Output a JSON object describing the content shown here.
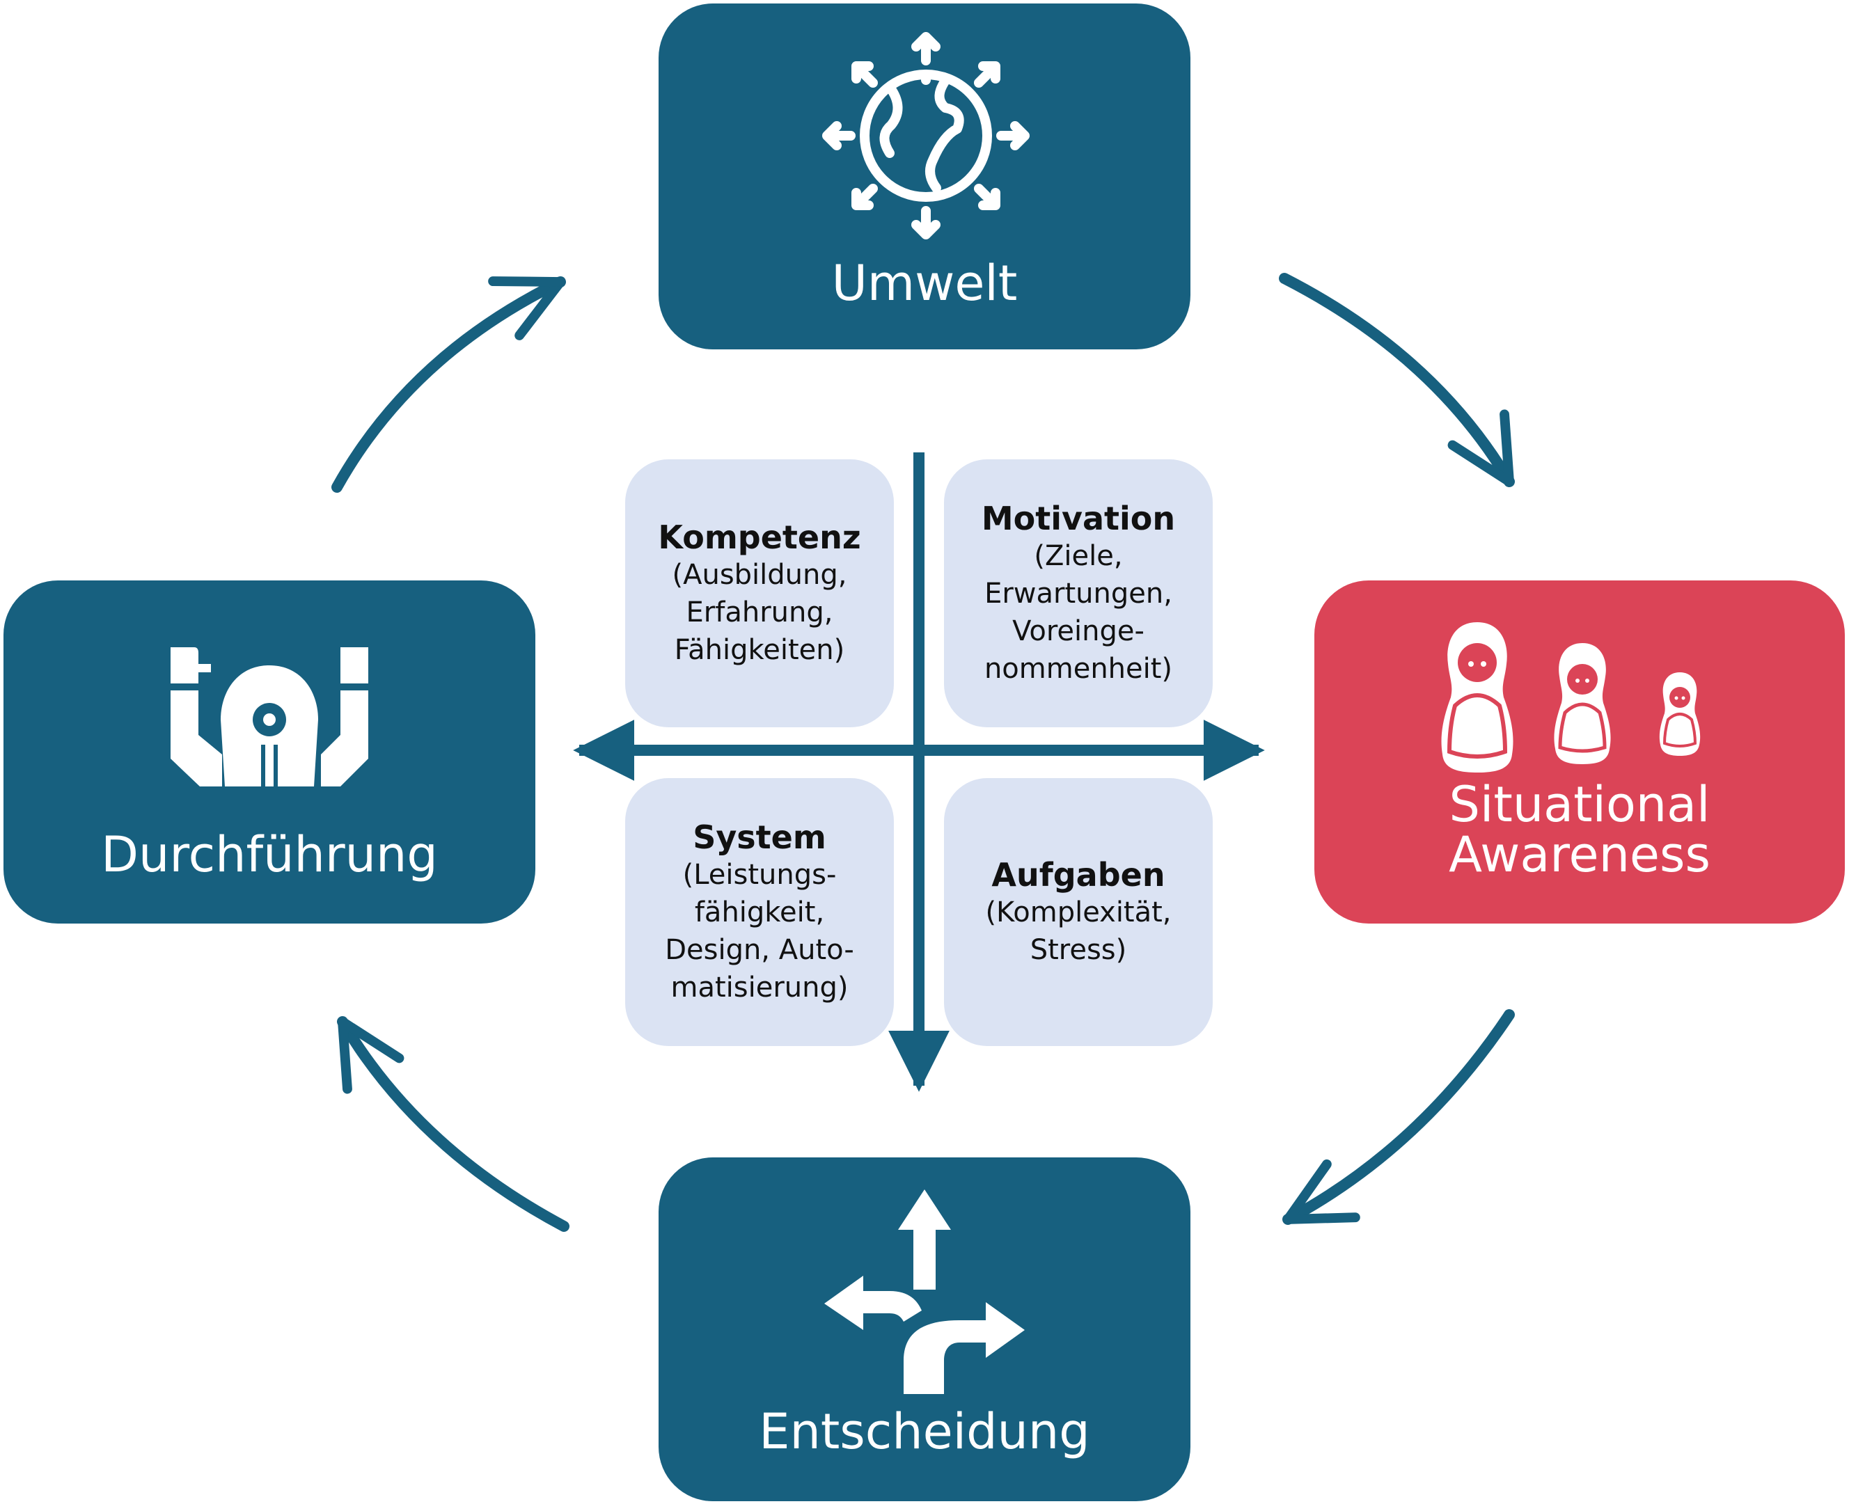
{
  "colors": {
    "primary": "#17607f",
    "accent": "#db4457",
    "quadrant_fill": "#dbe3f3",
    "text_dark": "#111111"
  },
  "boxes": {
    "umwelt": {
      "label": "Umwelt",
      "icon": "globe-arrows-icon"
    },
    "situational_awareness": {
      "label_line1": "Situational",
      "label_line2": "Awareness",
      "icon": "nesting-dolls-icon"
    },
    "entscheidung": {
      "label": "Entscheidung",
      "icon": "split-arrows-icon"
    },
    "durchfuehrung": {
      "label": "Durchführung",
      "icon": "robot-arm-icon"
    }
  },
  "quadrants": {
    "kompetenz": {
      "title": "Kompetenz",
      "lines": [
        "(Ausbildung,",
        "Erfahrung,",
        "Fähigkeiten)"
      ]
    },
    "motivation": {
      "title": "Motivation",
      "lines": [
        "(Ziele,",
        "Erwartungen,",
        "Voreinge-",
        "nommenheit)"
      ]
    },
    "system": {
      "title": "System",
      "lines": [
        "(Leistungs-",
        "fähigkeit,",
        "Design, Auto-",
        "matisierung)"
      ]
    },
    "aufgaben": {
      "title": "Aufgaben",
      "lines": [
        "(Komplexität,",
        "Stress)"
      ]
    }
  }
}
